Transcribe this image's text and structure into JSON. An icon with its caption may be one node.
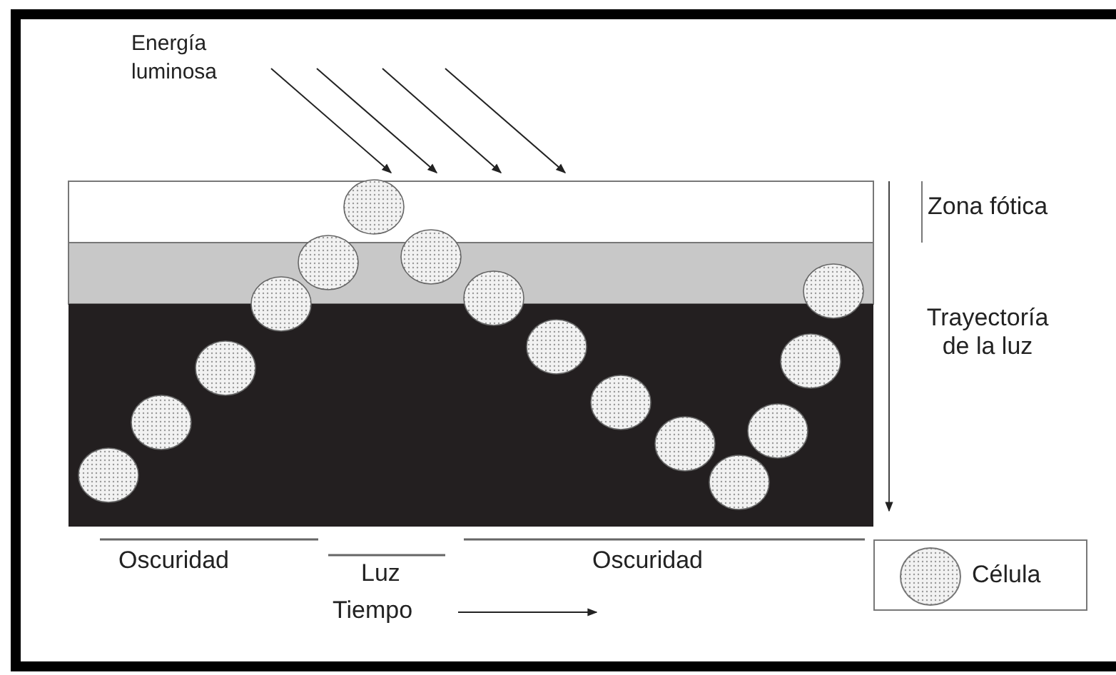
{
  "diagram": {
    "labels": [
      "Energía luminosa",
      "Zona fótica",
      "Trayectoría de la luz",
      "Oscuridad",
      "Luz",
      "Oscuridad",
      "Tiempo"
    ],
    "legend": [
      {
        "text": "Célula"
      }
    ]
  }
}
